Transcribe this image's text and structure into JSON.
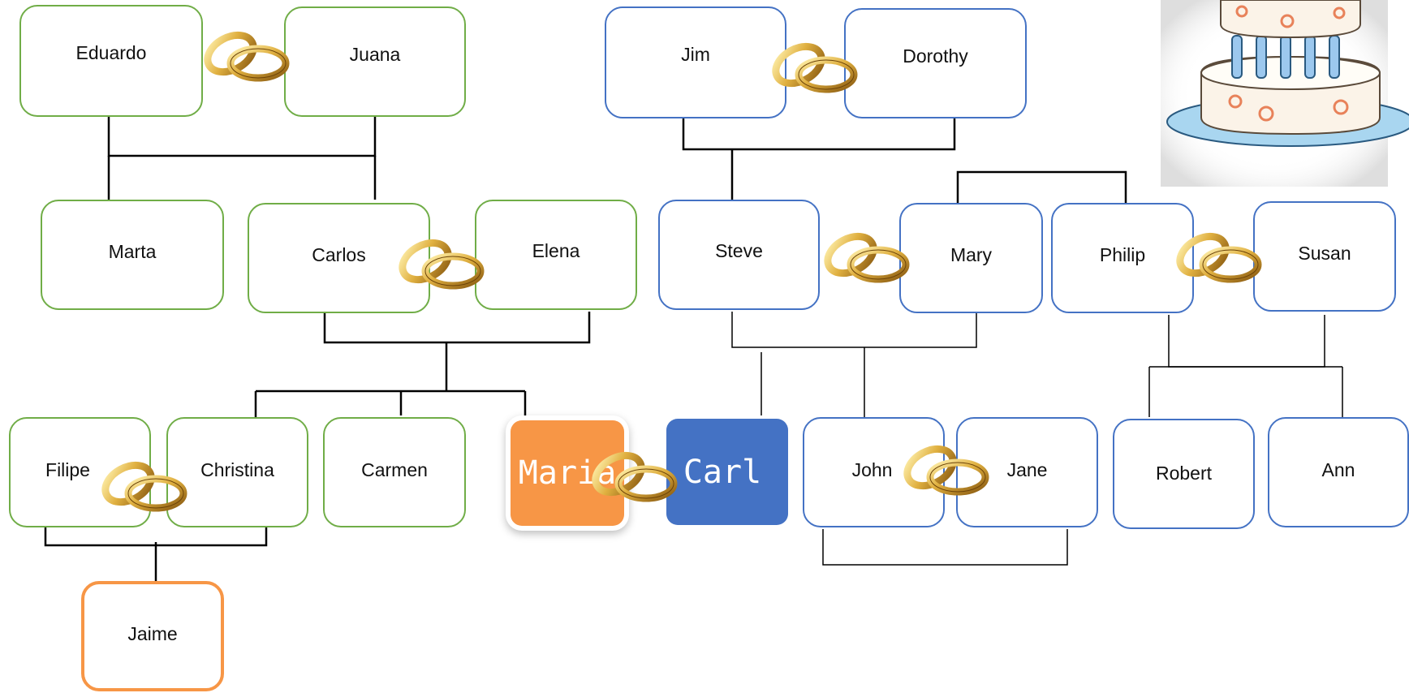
{
  "colors": {
    "family_left": "#70ad47",
    "family_right": "#4472c4",
    "highlight": "#f79646",
    "connector": "#000000",
    "ring_gold": "#d9a520"
  },
  "people": {
    "eduardo": "Eduardo",
    "juana": "Juana",
    "jim": "Jim",
    "dorothy": "Dorothy",
    "marta": "Marta",
    "carlos": "Carlos",
    "elena": "Elena",
    "steve": "Steve",
    "mary": "Mary",
    "philip": "Philip",
    "susan": "Susan",
    "filipe": "Filipe",
    "christina": "Christina",
    "carmen": "Carmen",
    "maria": "Maria",
    "carl": "Carl",
    "john": "John",
    "jane": "Jane",
    "robert": "Robert",
    "ann": "Ann",
    "jaime": "Jaime"
  },
  "icons": {
    "ring": "wedding-rings-icon",
    "cake": "wedding-cake-icon"
  }
}
